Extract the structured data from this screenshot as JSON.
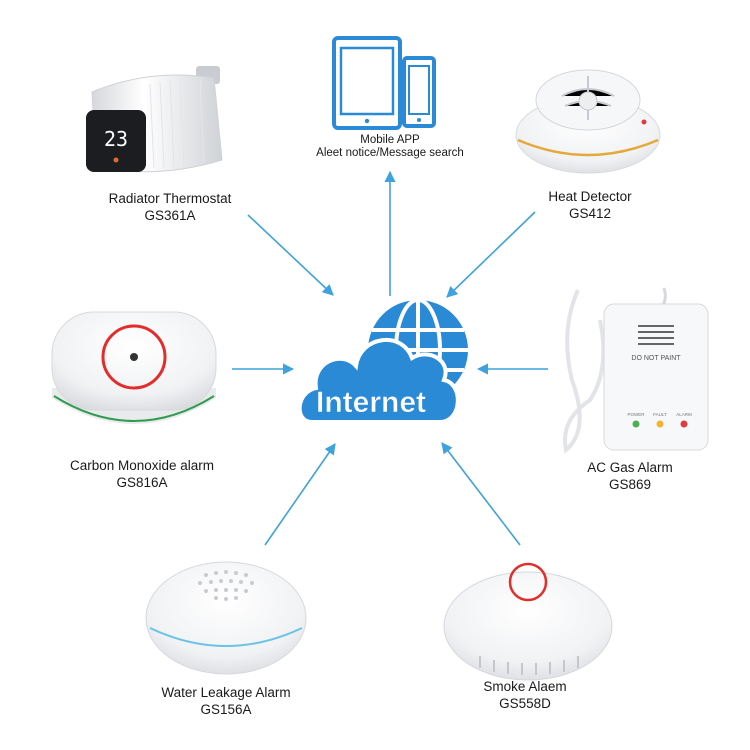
{
  "center": {
    "label": "Internet",
    "color": "#2a8ad6"
  },
  "arrow_color": "#3ea2dc",
  "devices": {
    "radiator_thermostat": {
      "name": "Radiator Thermostat",
      "model": "GS361A",
      "display_text": "23"
    },
    "mobile_app": {
      "name": "Mobile APP",
      "model": "Aleet notice/Message search"
    },
    "heat_detector": {
      "name": "Heat Detector",
      "model": "GS412"
    },
    "co_alarm": {
      "name": "Carbon Monoxide alarm",
      "model": "GS816A"
    },
    "gas_alarm": {
      "name": "AC Gas Alarm",
      "model": "GS869",
      "panel_text": "DO NOT PAINT",
      "led_labels": [
        "POWER",
        "FAULT",
        "ALARM"
      ]
    },
    "water_alarm": {
      "name": "Water Leakage Alarm",
      "model": "GS156A"
    },
    "smoke_alarm": {
      "name": "Smoke Alaem",
      "model": "GS558D"
    }
  }
}
